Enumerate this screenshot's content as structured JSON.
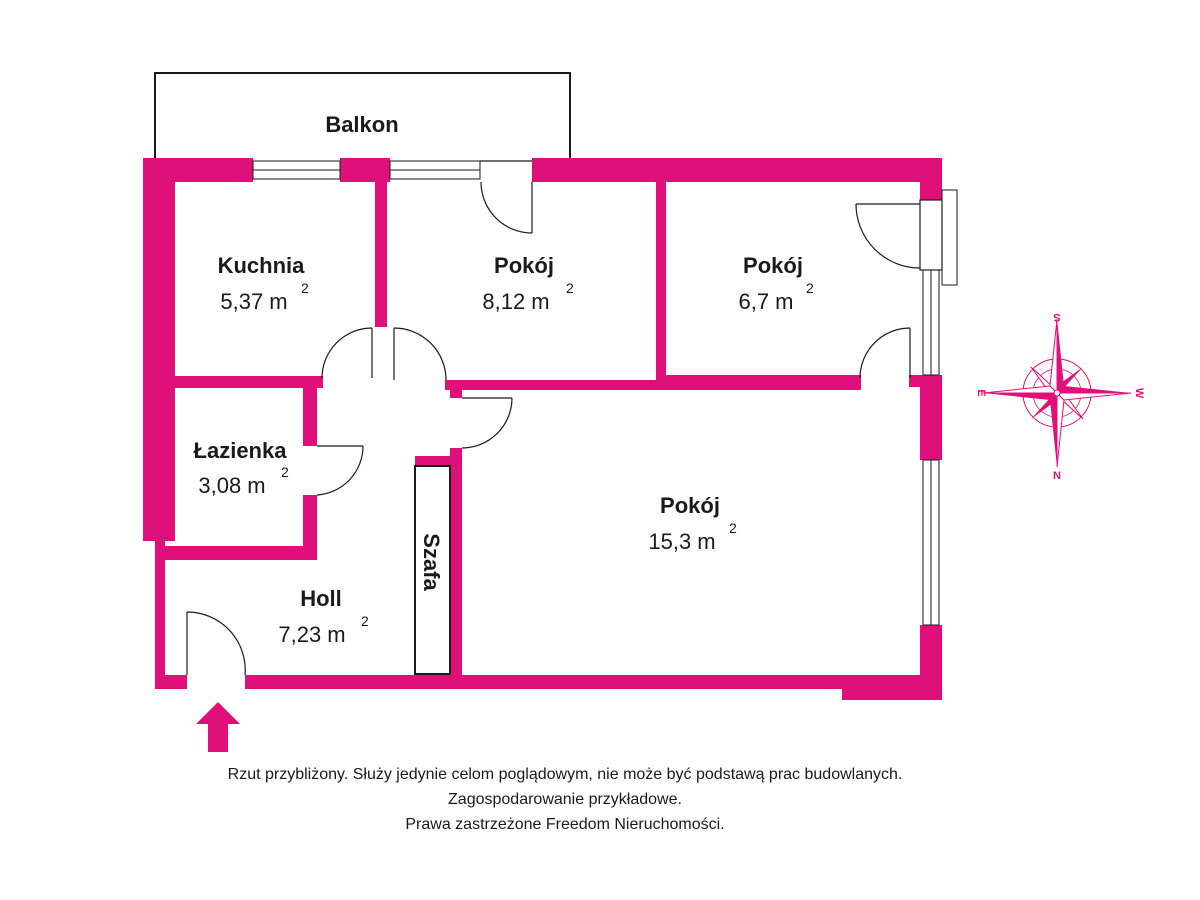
{
  "colors": {
    "wall": "#e0107a",
    "line": "#1a1a1a",
    "background": "#ffffff"
  },
  "rooms": {
    "balkon": {
      "name": "Balkon"
    },
    "kuchnia": {
      "name": "Kuchnia",
      "area": "5,37 m",
      "sup": "2"
    },
    "pokoj_a": {
      "name": "Pokój",
      "area": "8,12 m",
      "sup": "2"
    },
    "pokoj_b": {
      "name": "Pokój",
      "area": "6,7 m",
      "sup": "2"
    },
    "lazienka": {
      "name": "Łazienka",
      "area": "3,08 m",
      "sup": "2"
    },
    "pokoj_c": {
      "name": "Pokój",
      "area": "15,3 m",
      "sup": "2"
    },
    "holl": {
      "name": "Holl",
      "area": "7,23 m",
      "sup": "2"
    },
    "szafa": {
      "name": "Szafa"
    }
  },
  "compass": {
    "top": "S",
    "bottom": "N",
    "left": "E",
    "right": "W"
  },
  "entrance_icon": "arrow-up-icon",
  "disclaimer": [
    "Rzut przybliżony. Służy jedynie celom poglądowym, nie może być podstawą prac budowlanych.",
    "Zagospodarowanie przykładowe.",
    "Prawa zastrzeżone Freedom Nieruchomości."
  ]
}
